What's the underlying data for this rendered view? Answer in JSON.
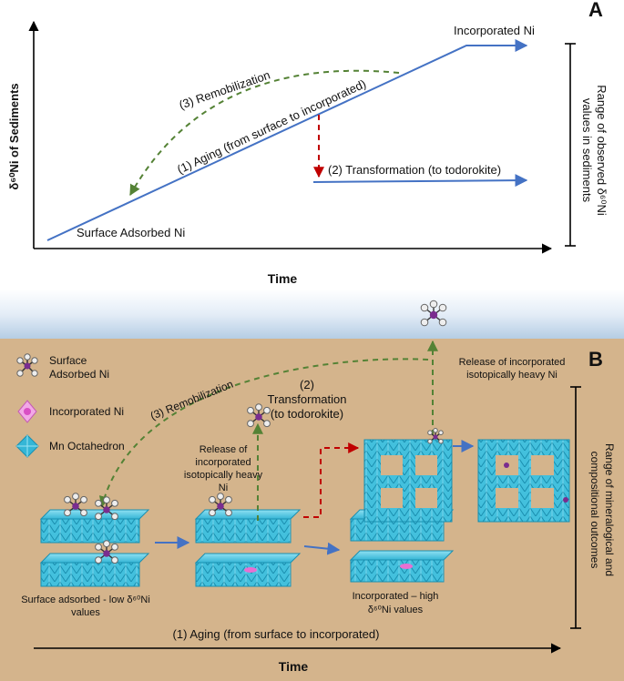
{
  "panel_a": {
    "letter": "A",
    "y_axis_label": "δ⁶⁰Ni of Sediments",
    "x_axis_label": "Time",
    "labels": {
      "incorporated": "Incorporated Ni",
      "surface_adsorbed": "Surface Adsorbed Ni",
      "remobilization": "(3) Remobilization",
      "aging": "(1) Aging (from surface to incorporated)",
      "transformation": "(2) Transformation (to todorokite)"
    },
    "range_label_line1": "Range of observed δ⁶⁰Ni",
    "range_label_line2": "values in sediments"
  },
  "panel_b": {
    "letter": "B",
    "legend": {
      "surface_line1": "Surface",
      "surface_line2": "Adsorbed Ni",
      "incorporated": "Incorporated Ni",
      "octahedron": "Mn Octahedron"
    },
    "remobilization": "(3) Remobilization",
    "transformation_line1": "(2)",
    "transformation_line2": "Transformation",
    "transformation_line3": "(to todorokite)",
    "release_line1": "Release of",
    "release_line2": "incorporated",
    "release_line3": "isotopically heavy",
    "release_line4": "Ni",
    "release_top_line1": "Release of incorporated",
    "release_top_line2": "isotopically heavy Ni",
    "surface_caption_line1": "Surface adsorbed -  low δ⁶⁰Ni",
    "surface_caption_line2": "values",
    "incorp_caption_line1": "Incorporated – high",
    "incorp_caption_line2": "δ⁶⁰Ni values",
    "aging": "(1) Aging (from surface to incorporated)",
    "x_axis_label": "Time",
    "range_label_line1": "Range of mineralogical and",
    "range_label_line2": "compositional outcomes"
  },
  "colors": {
    "line_blue": "#4472c4",
    "remobilization_green": "#548235",
    "transformation_red": "#c00000",
    "sediment": "#d4b48c",
    "water_top": "#e9f0f8",
    "water_bottom": "#b7cfe6",
    "octahedron": "#35b6d6",
    "incorporated_ni": "#d94fc4"
  }
}
